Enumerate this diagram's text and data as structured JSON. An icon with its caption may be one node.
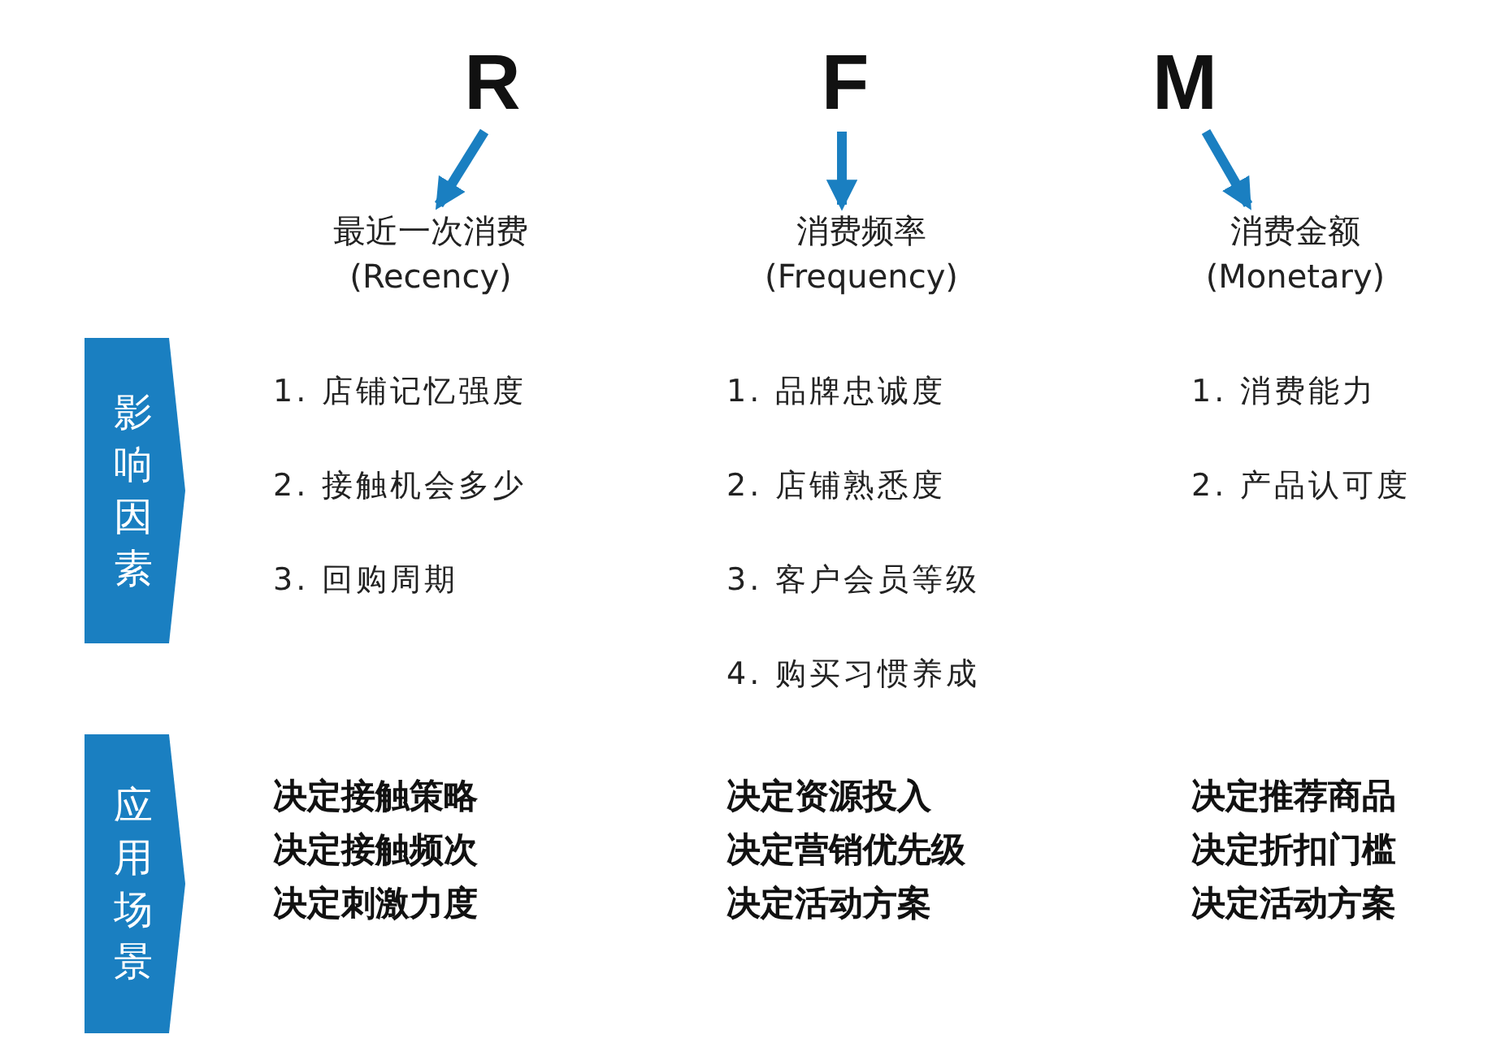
{
  "diagram": {
    "nodes": [
      {
        "text": [
          "R"
        ]
      },
      {
        "text": [
          "最近一次消费",
          "(Recency)"
        ]
      },
      {
        "text": [
          "F"
        ]
      },
      {
        "text": [
          "消费频率",
          "(Frequency)"
        ]
      },
      {
        "text": [
          "M"
        ]
      },
      {
        "text": [
          "消费金额",
          "(Monetary)"
        ]
      },
      {
        "text": [
          "影响因素"
        ]
      },
      {
        "text": [
          "应用场景"
        ]
      }
    ],
    "edges": [
      {
        "from": 0,
        "to": 1,
        "arrow": "to"
      },
      {
        "from": 2,
        "to": 3,
        "arrow": "to"
      },
      {
        "from": 4,
        "to": 5,
        "arrow": "to"
      }
    ],
    "labels": [
      "1. 店铺记忆强度",
      "1. 品牌忠诚度",
      "1. 消费能力",
      "2. 接触机会多少",
      "2. 店铺熟悉度",
      "2. 产品认可度",
      "3. 回购周期",
      "3. 客户会员等级",
      "4. 购买习惯养成",
      "决定接触策略",
      "决定资源投入",
      "决定推荐商品",
      "决定接触频次",
      "决定营销优先级",
      "决定折扣门槛",
      "决定刺激力度",
      "决定活动方案",
      "决定活动方案"
    ]
  }
}
